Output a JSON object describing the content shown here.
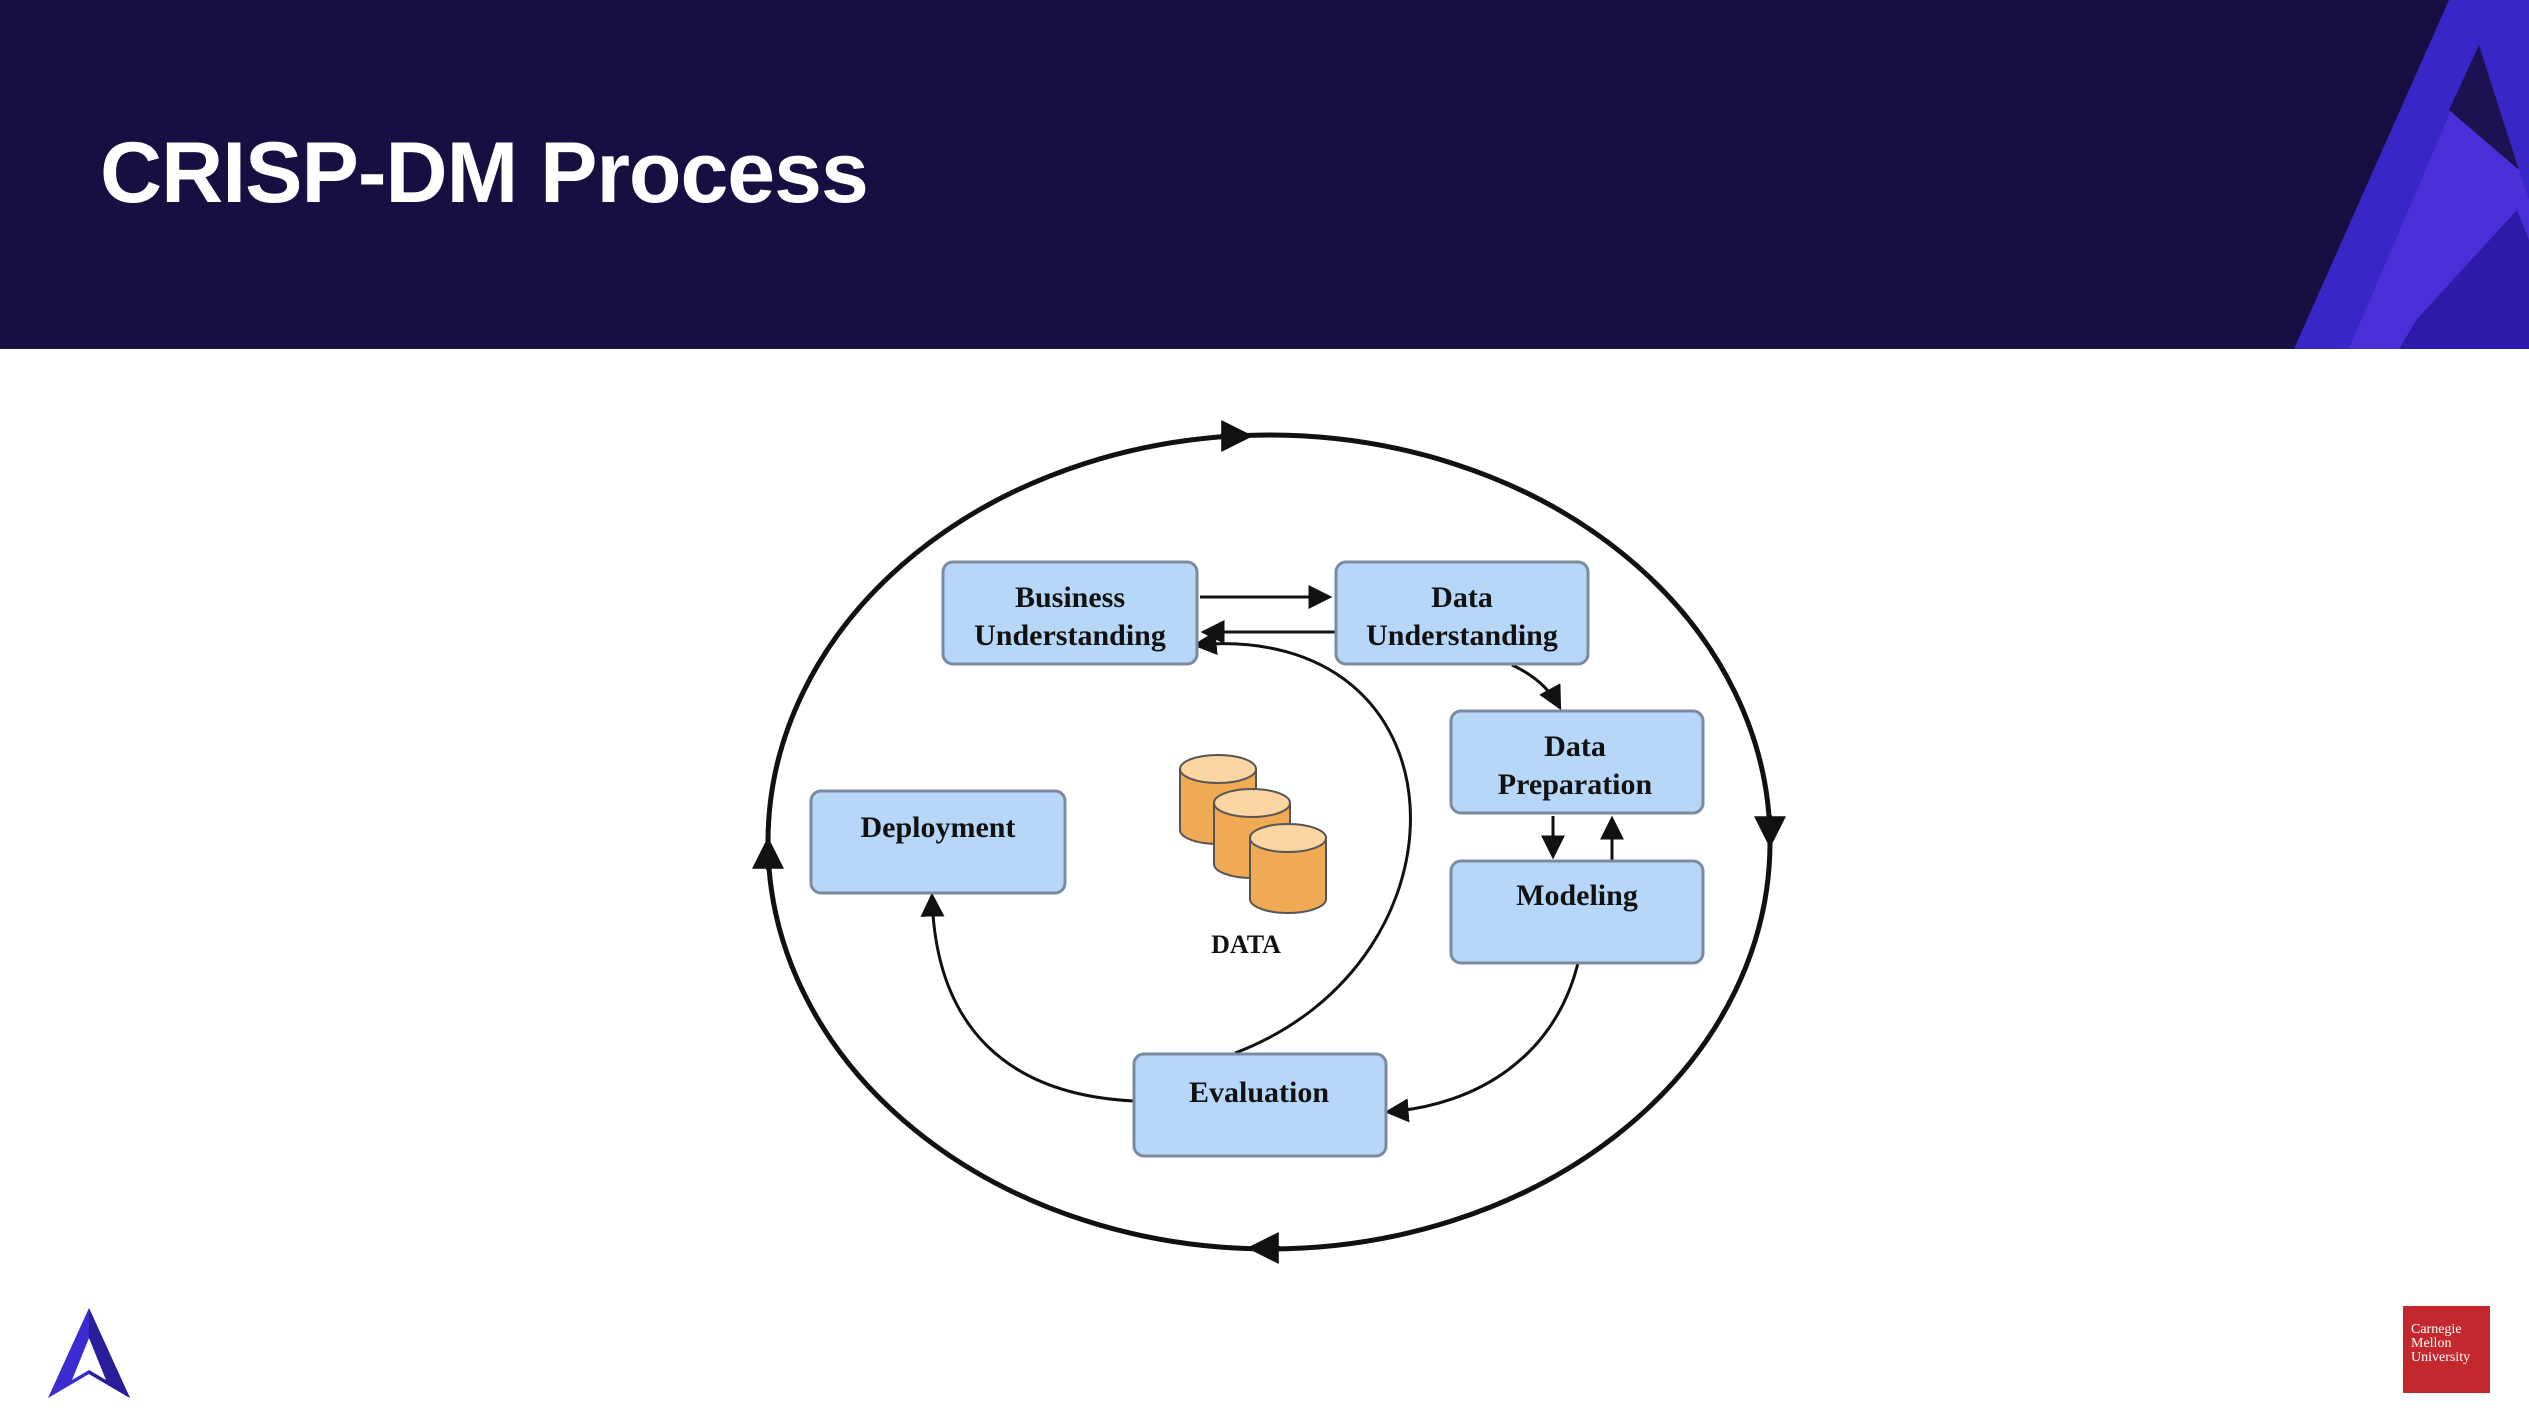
{
  "header": {
    "title": "CRISP-DM Process"
  },
  "diagram": {
    "phases": {
      "business_understanding": [
        "Business",
        "Understanding"
      ],
      "data_understanding": [
        "Data",
        "Understanding"
      ],
      "data_preparation": [
        "Data",
        "Preparation"
      ],
      "modeling": "Modeling",
      "evaluation": "Evaluation",
      "deployment": "Deployment"
    },
    "data_label": "DATA"
  },
  "footer": {
    "university_logo": [
      "Carnegie",
      "Mellon",
      "University"
    ]
  },
  "colors": {
    "header_bg": "#170f42",
    "accent_purple": "#4a2fd8",
    "box_fill": "#b7d7f8",
    "box_stroke": "#7c8aa0",
    "cylinder_fill": "#f0a955",
    "cmu_red": "#c4282f"
  },
  "icons": [
    "arrow-a-logo-icon",
    "database-cylinders-icon"
  ]
}
